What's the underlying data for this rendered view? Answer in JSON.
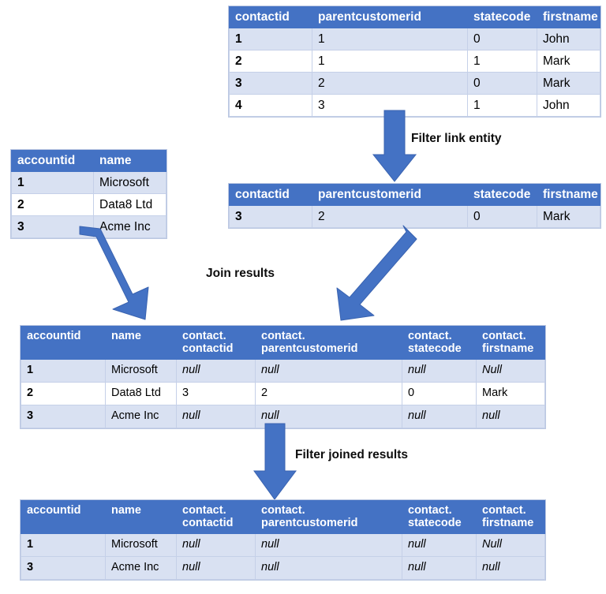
{
  "colors": {
    "header_blue": "#4472C4",
    "row_alt_blue": "#D9E1F2",
    "row_plain": "#FFFFFF",
    "arrow_blue": "#4472C4",
    "arrow_stroke": "#2F5597",
    "text": "#000000",
    "grid_line": "#C5D0E8"
  },
  "tables": {
    "contact_source": {
      "name": "contact source table",
      "columns": [
        "contactid",
        "parentcustomerid",
        "statecode",
        "firstname"
      ],
      "rows": [
        [
          "1",
          "1",
          "0",
          "John"
        ],
        [
          "2",
          "1",
          "1",
          "Mark"
        ],
        [
          "3",
          "2",
          "0",
          "Mark"
        ],
        [
          "4",
          "3",
          "1",
          "John"
        ]
      ]
    },
    "contact_filtered": {
      "name": "filtered contact table",
      "columns": [
        "contactid",
        "parentcustomerid",
        "statecode",
        "firstname"
      ],
      "rows": [
        [
          "3",
          "2",
          "0",
          "Mark"
        ]
      ]
    },
    "account": {
      "name": "account table",
      "columns": [
        "accountid",
        "name"
      ],
      "rows": [
        [
          "1",
          "Microsoft"
        ],
        [
          "2",
          "Data8 Ltd"
        ],
        [
          "3",
          "Acme Inc"
        ]
      ]
    },
    "joined": {
      "name": "joined results table",
      "columns": [
        "accountid",
        "name",
        "contact.\ncontactid",
        "contact.\nparentcustomerid",
        "contact.\nstatecode",
        "contact.\nfirstname"
      ],
      "rows": [
        [
          "1",
          "Microsoft",
          "null",
          "null",
          "null",
          "Null"
        ],
        [
          "2",
          "Data8 Ltd",
          "3",
          "2",
          "0",
          "Mark"
        ],
        [
          "3",
          "Acme Inc",
          "null",
          "null",
          "null",
          "null"
        ]
      ]
    },
    "filtered_joined": {
      "name": "filtered joined results table",
      "columns": [
        "accountid",
        "name",
        "contact.\ncontactid",
        "contact.\nparentcustomerid",
        "contact.\nstatecode",
        "contact.\nfirstname"
      ],
      "rows": [
        [
          "1",
          "Microsoft",
          "null",
          "null",
          "null",
          "Null"
        ],
        [
          "3",
          "Acme Inc",
          "null",
          "null",
          "null",
          "null"
        ]
      ]
    }
  },
  "labels": {
    "filter_link_entity": "Filter link entity",
    "join_results": "Join results",
    "filter_joined_results": "Filter joined results"
  },
  "arrows": [
    {
      "name": "arrow-filter-link-entity",
      "direction": "down",
      "from": "contact source table",
      "to": "filtered contact table"
    },
    {
      "name": "arrow-account-to-join",
      "direction": "down-right",
      "from": "account table",
      "to": "joined results table"
    },
    {
      "name": "arrow-contact-to-join",
      "direction": "down-left",
      "from": "filtered contact table",
      "to": "joined results table"
    },
    {
      "name": "arrow-filter-joined-results",
      "direction": "down",
      "from": "joined results table",
      "to": "filtered joined results table"
    }
  ]
}
